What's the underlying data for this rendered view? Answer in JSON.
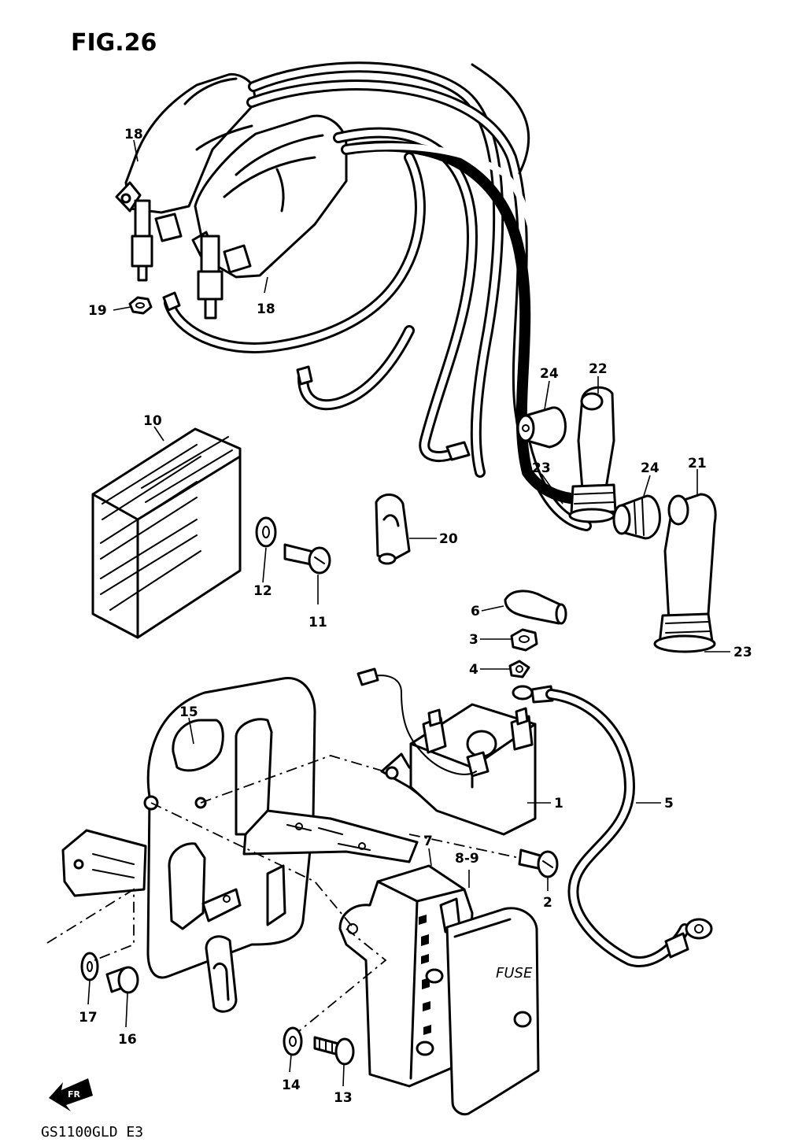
{
  "figure": {
    "title": "FIG.26",
    "model_code": "GS1100GLD E3",
    "fuse_label": "FUSE",
    "front_marker": "FR"
  },
  "callouts": [
    {
      "id": "c1",
      "label": "1"
    },
    {
      "id": "c2",
      "label": "2"
    },
    {
      "id": "c3",
      "label": "3"
    },
    {
      "id": "c4",
      "label": "4"
    },
    {
      "id": "c5",
      "label": "5"
    },
    {
      "id": "c6",
      "label": "6"
    },
    {
      "id": "c7",
      "label": "7"
    },
    {
      "id": "c89",
      "label": "8-9"
    },
    {
      "id": "c10",
      "label": "10"
    },
    {
      "id": "c11",
      "label": "11"
    },
    {
      "id": "c12",
      "label": "12"
    },
    {
      "id": "c13",
      "label": "13"
    },
    {
      "id": "c14",
      "label": "14"
    },
    {
      "id": "c15",
      "label": "15"
    },
    {
      "id": "c16",
      "label": "16"
    },
    {
      "id": "c17",
      "label": "17"
    },
    {
      "id": "c18a",
      "label": "18"
    },
    {
      "id": "c18b",
      "label": "18"
    },
    {
      "id": "c19",
      "label": "19"
    },
    {
      "id": "c20",
      "label": "20"
    },
    {
      "id": "c21",
      "label": "21"
    },
    {
      "id": "c22",
      "label": "22"
    },
    {
      "id": "c23a",
      "label": "23"
    },
    {
      "id": "c23b",
      "label": "23"
    },
    {
      "id": "c24a",
      "label": "24"
    },
    {
      "id": "c24b",
      "label": "24"
    }
  ]
}
